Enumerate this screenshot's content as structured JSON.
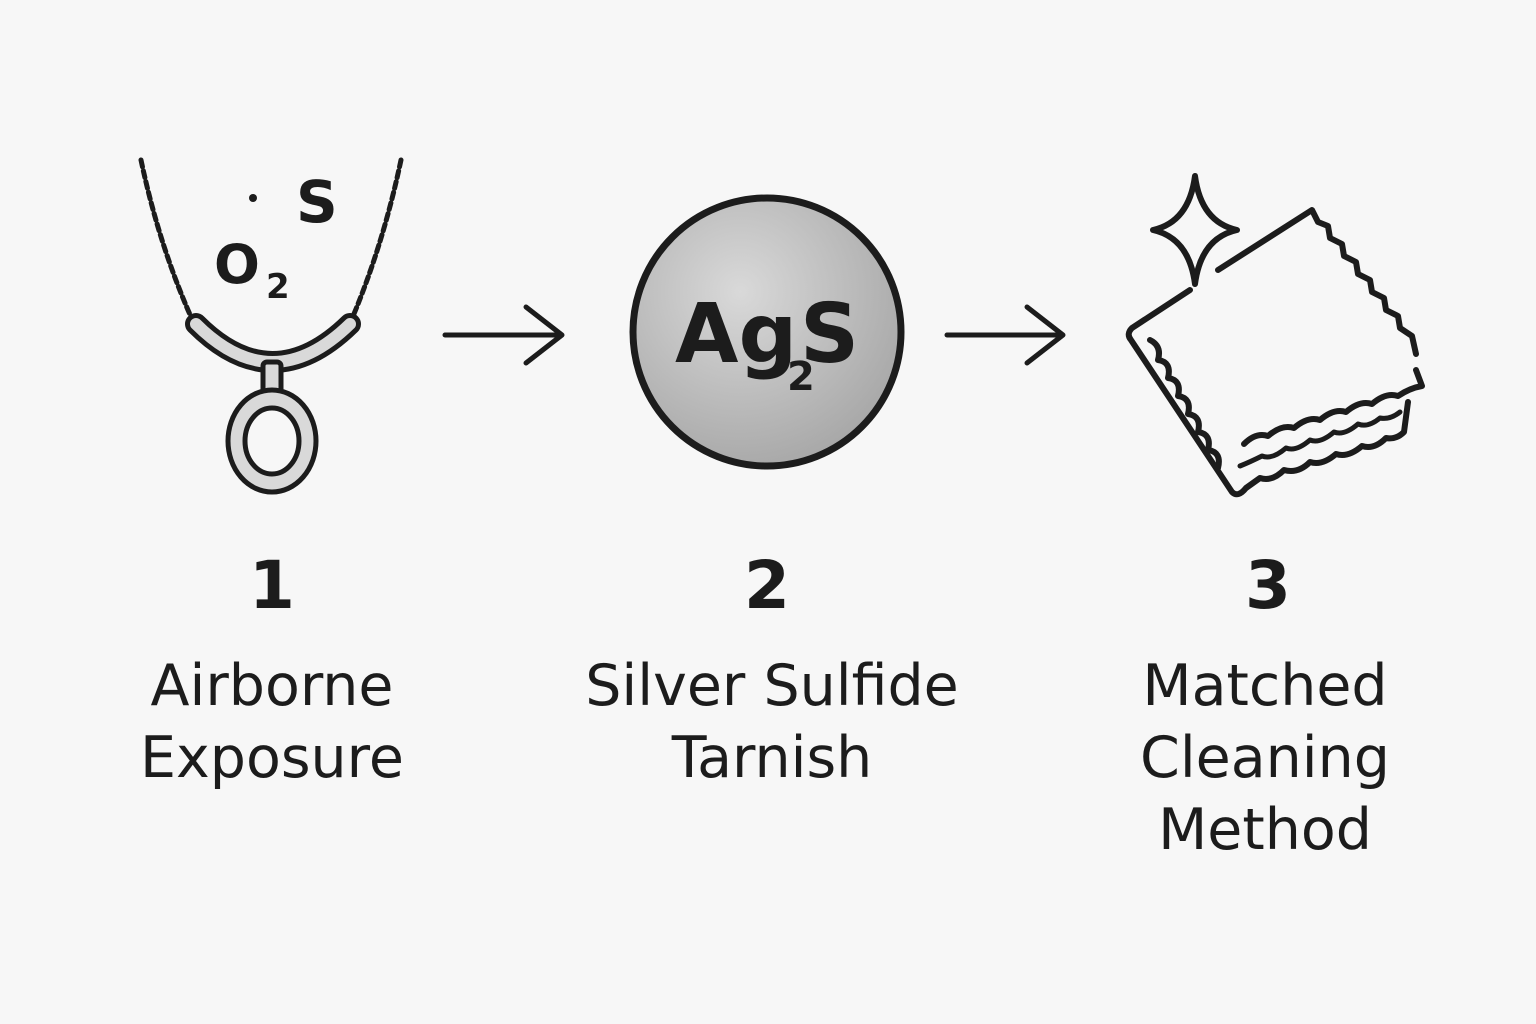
{
  "steps": [
    {
      "number": "1",
      "label_lines": [
        "Airborne",
        "Exposure"
      ],
      "icon": "necklace-icon",
      "molecules": {
        "oxygen": "O",
        "oxygen_subscript": "2",
        "sulfur": "S"
      }
    },
    {
      "number": "2",
      "label_lines": [
        "Silver Sulfide",
        "Tarnish"
      ],
      "icon": "silver-sulfide-disc-icon",
      "formula": {
        "element1": "Ag",
        "subscript": "2",
        "element2": "S"
      }
    },
    {
      "number": "3",
      "label_lines": [
        "Matched",
        "Cleaning",
        "Method"
      ],
      "icon": "polishing-cloth-icon",
      "sparkle_icon": "sparkle-icon"
    }
  ],
  "arrows": [
    "arrow-right-icon",
    "arrow-right-icon"
  ],
  "colors": {
    "background": "#f7f7f7",
    "ink": "#1c1c1c",
    "metal_light": "#d9d9d9",
    "metal_dark": "#a6a6a6"
  }
}
